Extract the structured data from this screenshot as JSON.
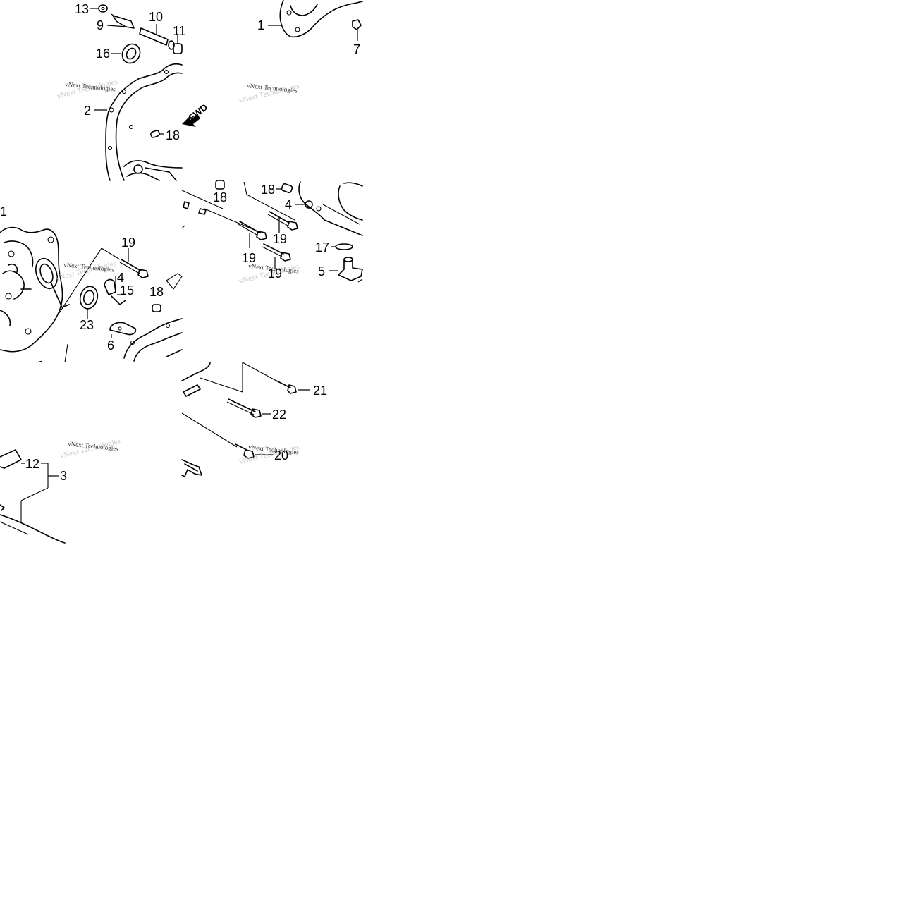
{
  "watermark": {
    "text": "vNext Technologies"
  },
  "fwd_label": "FWD",
  "callouts": {
    "c13": "13",
    "c9": "9",
    "c10": "10",
    "c11_top": "11",
    "c16": "16",
    "c2": "2",
    "c18_top": "18",
    "c1_top": "1",
    "c7": "7",
    "c1_mid": "1",
    "c19_a": "19",
    "c4_a": "4",
    "c15": "15",
    "c23": "23",
    "c6": "6",
    "c18_b": "18",
    "c18_c": "18",
    "c18_d": "18",
    "c4_b": "4",
    "c19_b": "19",
    "c19_c": "19",
    "c19_d": "19",
    "c17": "17",
    "c5": "5",
    "c21": "21",
    "c22": "22",
    "c20": "20",
    "c12": "12",
    "c3": "3"
  }
}
